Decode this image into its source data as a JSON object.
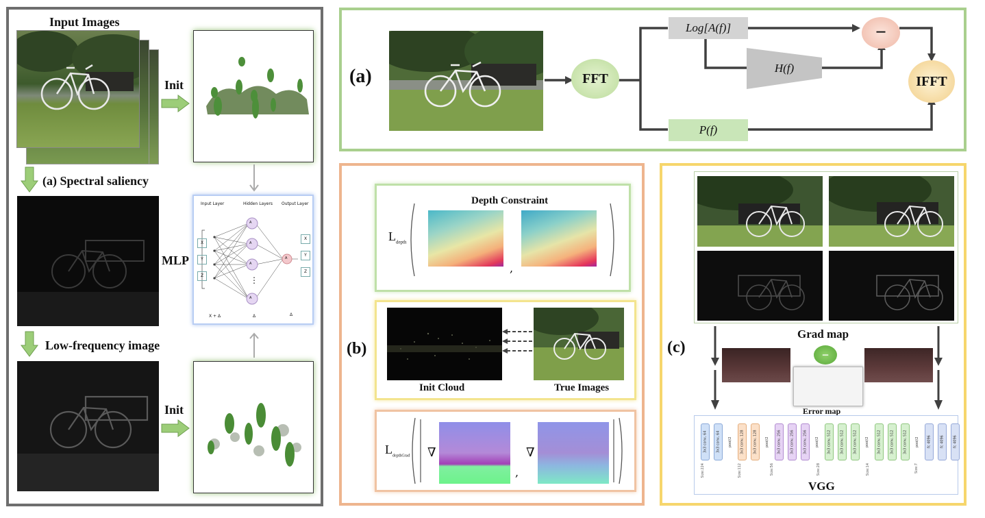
{
  "colors": {
    "gray_border": "#6e6e6e",
    "green_border": "#a9cf8e",
    "orange_border": "#eeb58e",
    "yellow_border": "#f6d66c",
    "blue_border": "#a9c2ee",
    "arrow_green": "#8fc16f",
    "arrow_dark": "#404040"
  },
  "left": {
    "title": "Input Images",
    "init_top": "Init",
    "spectral": "(a) Spectral saliency",
    "mlp": "MLP",
    "low_freq": "Low-frequency image",
    "init_bottom": "Init",
    "mlp_diagram": {
      "input_layer": "Input Layer",
      "hidden_layers": "Hidden Layers",
      "output_layer": "Output Layer",
      "inputs": [
        "X",
        "Y",
        "Z"
      ],
      "outputs": [
        "X",
        "Y",
        "Z"
      ],
      "hidden_nodes": [
        "A",
        "A",
        "A",
        "A"
      ],
      "output_node": "A",
      "foot_left": "X + Δ",
      "foot_mid": "Δ",
      "foot_right": "Δ",
      "dots": "⋮"
    }
  },
  "a": {
    "label": "(a)",
    "fft": "FFT",
    "ifft": "IFFT",
    "minus": "−",
    "log": "Log[A(f)]",
    "h": "H(f)",
    "p": "P(f)"
  },
  "b": {
    "label": "(b)",
    "depth_title": "Depth Constraint",
    "l_depth": "L",
    "l_depth_sub": "depth",
    "comma": ",",
    "init_cloud": "Init Cloud",
    "true_images": "True Images",
    "l_grad": "L",
    "l_grad_sub": "depthGrad",
    "nabla": "∇"
  },
  "c": {
    "label": "(c)",
    "grad_map": "Grad map",
    "minus": "−",
    "error_map": "Error map",
    "vgg": "VGG",
    "vgg_layers": [
      "3x3 conv, 64",
      "3x3 conv, 64",
      "pool/2",
      "3x3 conv, 128",
      "3x3 conv, 128",
      "pool/2",
      "3x3 conv, 256",
      "3x3 conv, 256",
      "3x3 conv, 256",
      "pool/2",
      "3x3 conv, 512",
      "3x3 conv, 512",
      "3x3 conv, 512",
      "pool/2",
      "3x3 conv, 512",
      "3x3 conv, 512",
      "3x3 conv, 512",
      "pool/2",
      "fc 4096",
      "fc 4096",
      "fc 4096"
    ],
    "vgg_sizes": [
      "Size:224",
      "Size:112",
      "Size:56",
      "Size:28",
      "Size:14",
      "Size:7"
    ]
  }
}
